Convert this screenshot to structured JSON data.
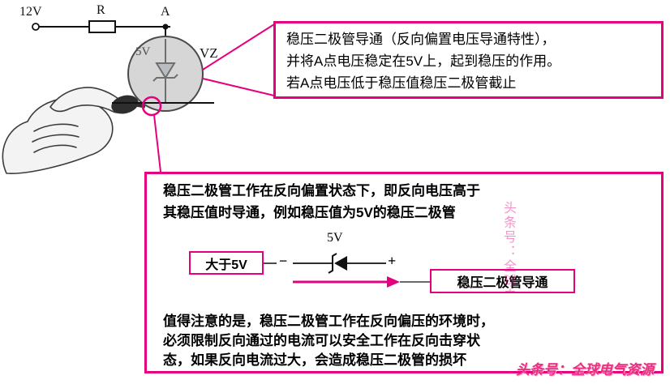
{
  "colors": {
    "magenta": "#e6007e",
    "wire": "#111111",
    "lens_fill": "#d6d6d6",
    "watermark_pink": "#e73180"
  },
  "circuit": {
    "supply_label": "12V",
    "resistor_label": "R",
    "node_label": "A",
    "zener_voltage_label": "5V",
    "zener_ref_label": "VZ"
  },
  "top_callout": {
    "lines": [
      "稳压二极管导通（反向偏置电压导通特性），",
      "并将A点电压稳定在5V上，起到稳压的作用。",
      "若A点电压低于稳压值稳压二极管截止"
    ]
  },
  "bottom_callout": {
    "intro_lines": [
      "稳压二极管工作在反向偏置状态下，即反向电压高于",
      "其稳压值时导通，例如稳压值为5V的稳压二极管"
    ],
    "diagram": {
      "condition_label": "大于5V",
      "voltage_label": "5V",
      "minus_sign": "−",
      "plus_sign": "+",
      "result_label": "稳压二极管导通"
    },
    "note_lines": [
      "值得注意的是，稳压二极管工作在反向偏压的环境时，",
      "必须限制反向通过的电流可以安全工作在反向击穿状",
      "态，如果反向电流过大，会造成稳压二极管的损坏"
    ]
  },
  "watermark": {
    "text": "头条号：全球电气资源"
  }
}
